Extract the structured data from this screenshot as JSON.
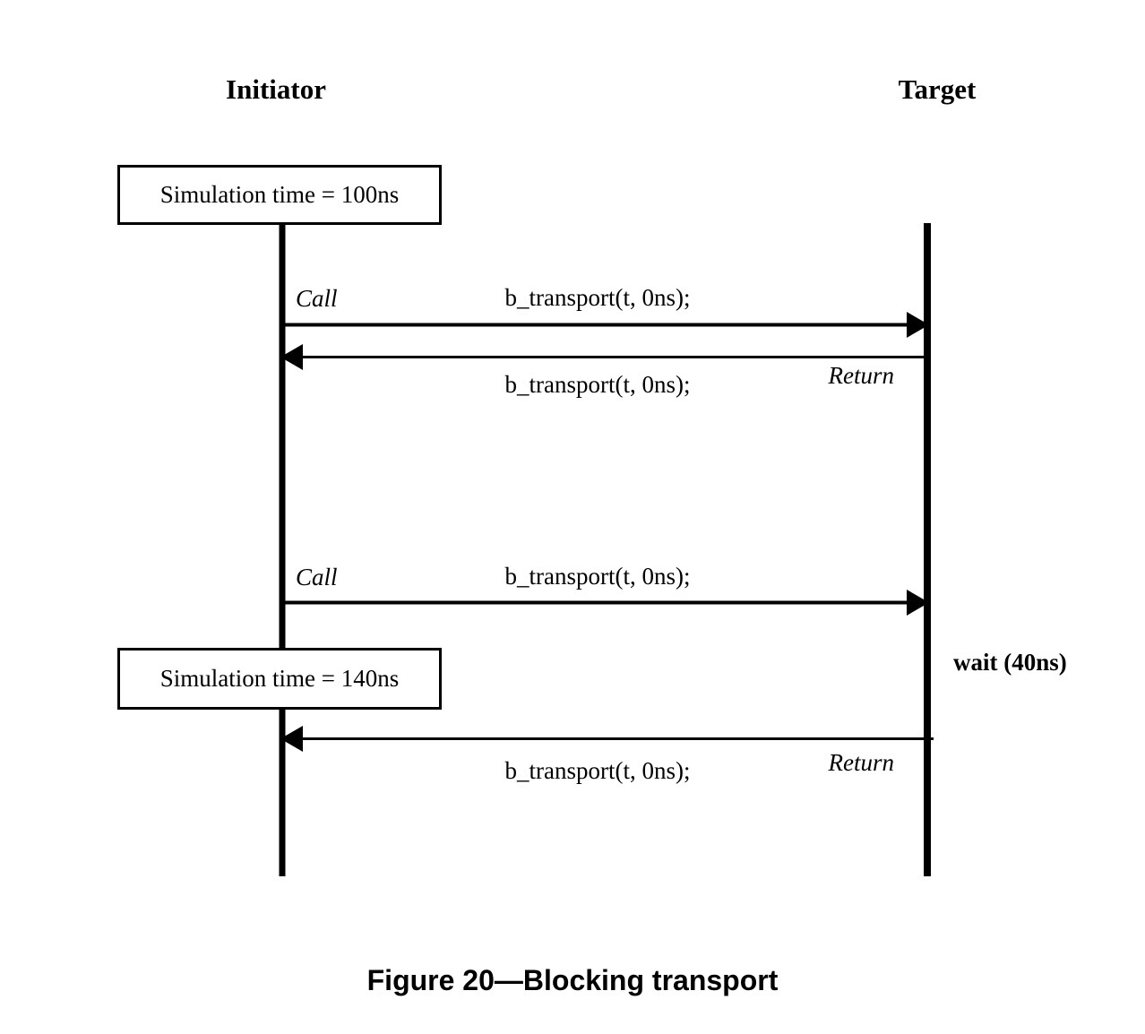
{
  "figure": {
    "caption": "Figure 20—Blocking transport",
    "background_color": "#ffffff",
    "line_color": "#000000"
  },
  "participants": [
    {
      "id": "initiator",
      "name": "Initiator"
    },
    {
      "id": "target",
      "name": "Target"
    }
  ],
  "state_boxes": [
    {
      "id": "sim-time-100",
      "text": "Simulation time = 100ns",
      "on": "initiator"
    },
    {
      "id": "sim-time-140",
      "text": "Simulation time = 140ns",
      "on": "initiator"
    }
  ],
  "messages": [
    {
      "id": "call-1",
      "kind": "Call",
      "kind_label": "Call",
      "method": "b_transport(t, 0ns);",
      "from": "initiator",
      "to": "target",
      "direction": "right"
    },
    {
      "id": "return-1",
      "kind": "Return",
      "kind_label": "Return",
      "method": "b_transport(t, 0ns);",
      "from": "target",
      "to": "initiator",
      "direction": "left"
    },
    {
      "id": "call-2",
      "kind": "Call",
      "kind_label": "Call",
      "method": "b_transport(t, 0ns);",
      "from": "initiator",
      "to": "target",
      "direction": "right"
    },
    {
      "id": "return-2",
      "kind": "Return",
      "kind_label": "Return",
      "method": "b_transport(t, 0ns);",
      "from": "target",
      "to": "initiator",
      "direction": "left"
    }
  ],
  "annotations": [
    {
      "id": "target-wait",
      "text": "wait (40ns)",
      "on": "target"
    }
  ]
}
